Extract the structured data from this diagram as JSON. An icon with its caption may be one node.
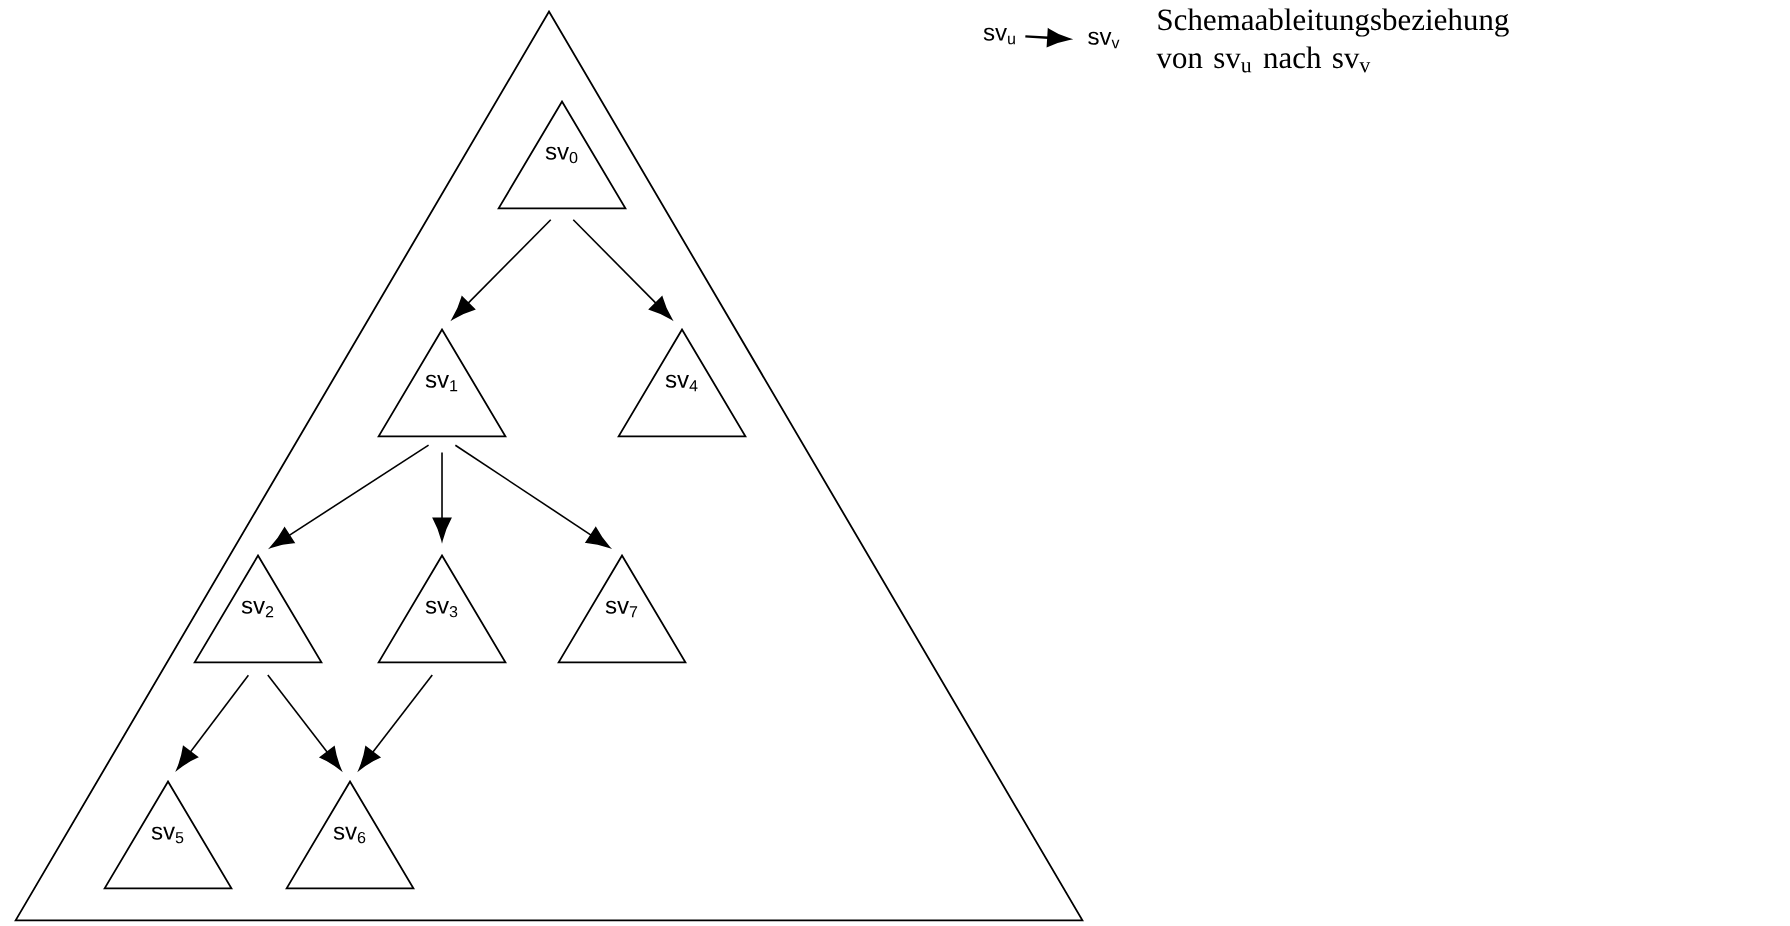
{
  "diagram": {
    "nodes": [
      {
        "text": [],
        "shape": "triangle"
      },
      {
        "text": [
          "sv$_{0}$"
        ],
        "in": 0
      },
      {
        "text": [
          "sv$_{1}$"
        ],
        "in": 0
      },
      {
        "text": [
          "sv$_{4}$"
        ],
        "in": 0
      },
      {
        "text": [
          "sv$_{2}$"
        ],
        "in": 0
      },
      {
        "text": [
          "sv$_{3}$"
        ],
        "in": 0
      },
      {
        "text": [
          "sv$_{7}$"
        ],
        "in": 0
      },
      {
        "text": [
          "sv$_{5}$"
        ],
        "in": 0
      },
      {
        "text": [
          "sv$_{6}$"
        ],
        "in": 0
      },
      {
        "text": [
          "sv$_{u}$"
        ]
      },
      {
        "text": [
          "sv$_{v}$"
        ]
      }
    ],
    "edges": [
      {
        "from": 1,
        "to": 2,
        "arrow": "to"
      },
      {
        "from": 1,
        "to": 3,
        "arrow": "to"
      },
      {
        "from": 2,
        "to": 4,
        "arrow": "to"
      },
      {
        "from": 2,
        "to": 5,
        "arrow": "to"
      },
      {
        "from": 2,
        "to": 6,
        "arrow": "to"
      },
      {
        "from": 4,
        "to": 7,
        "arrow": "to"
      },
      {
        "from": 4,
        "to": 8,
        "arrow": "to"
      },
      {
        "from": 5,
        "to": 8,
        "arrow": "to"
      },
      {
        "from": 9,
        "to": 10,
        "arrow": "to"
      }
    ],
    "labels": [
      "Schemaableitungsbeziehung von sv$_{u}$ nach sv$_{v}$"
    ]
  }
}
